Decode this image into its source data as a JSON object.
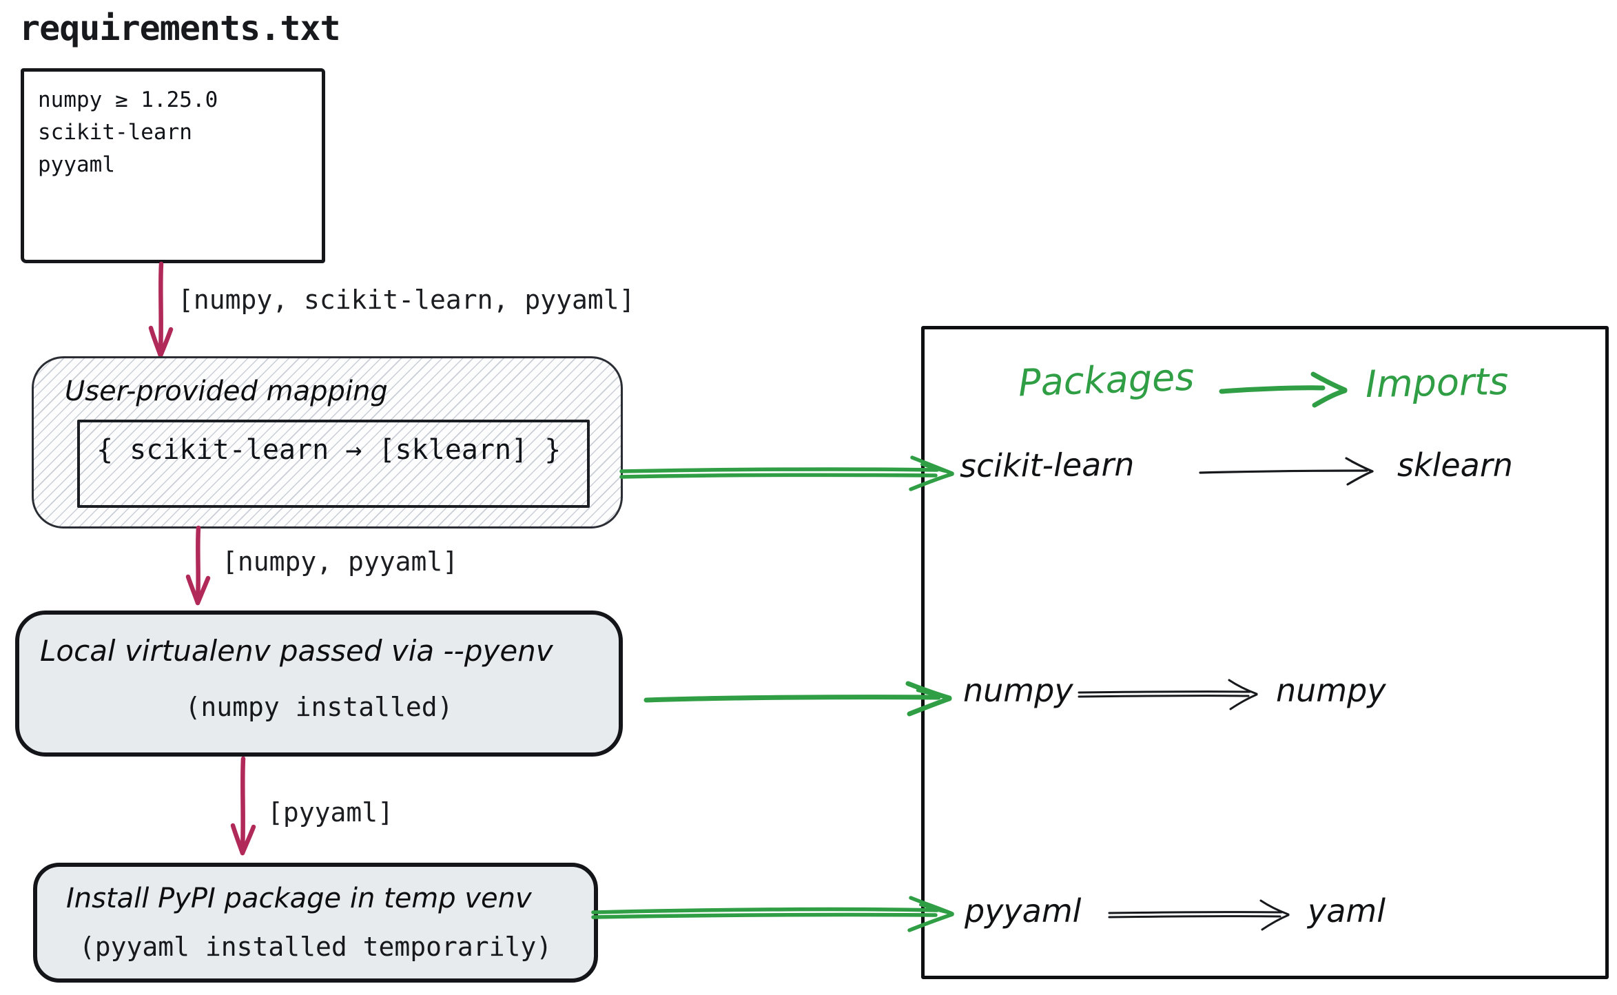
{
  "title": "requirements.txt",
  "requirements_file": {
    "lines": [
      "numpy ≥ 1.25.0",
      "scikit-learn",
      "pyyaml"
    ]
  },
  "edges": {
    "requirements_to_mapping_label": "[numpy, scikit-learn, pyyaml]",
    "mapping_to_venv_label": "[numpy, pyyaml]",
    "venv_to_pypi_label": "[pyyaml]"
  },
  "steps": {
    "user_mapping": {
      "title": "User-provided mapping",
      "code": "{ scikit-learn → [sklearn] }"
    },
    "local_venv": {
      "title": "Local virtualenv passed via --pyenv",
      "note": "(numpy installed)"
    },
    "pypi_install": {
      "title": "Install PyPI package in temp venv",
      "note": "(pyyaml installed temporarily)"
    }
  },
  "mapping_panel": {
    "header_left": "Packages",
    "header_right": "Imports",
    "rows": [
      {
        "package": "scikit-learn",
        "import_name": "sklearn"
      },
      {
        "package": "numpy",
        "import_name": "numpy"
      },
      {
        "package": "pyyaml",
        "import_name": "yaml"
      }
    ]
  },
  "colors": {
    "arrow_red": "#b02958",
    "arrow_green": "#2f9e44",
    "ink": "#15181c",
    "box_fill": "#e8ebee"
  }
}
